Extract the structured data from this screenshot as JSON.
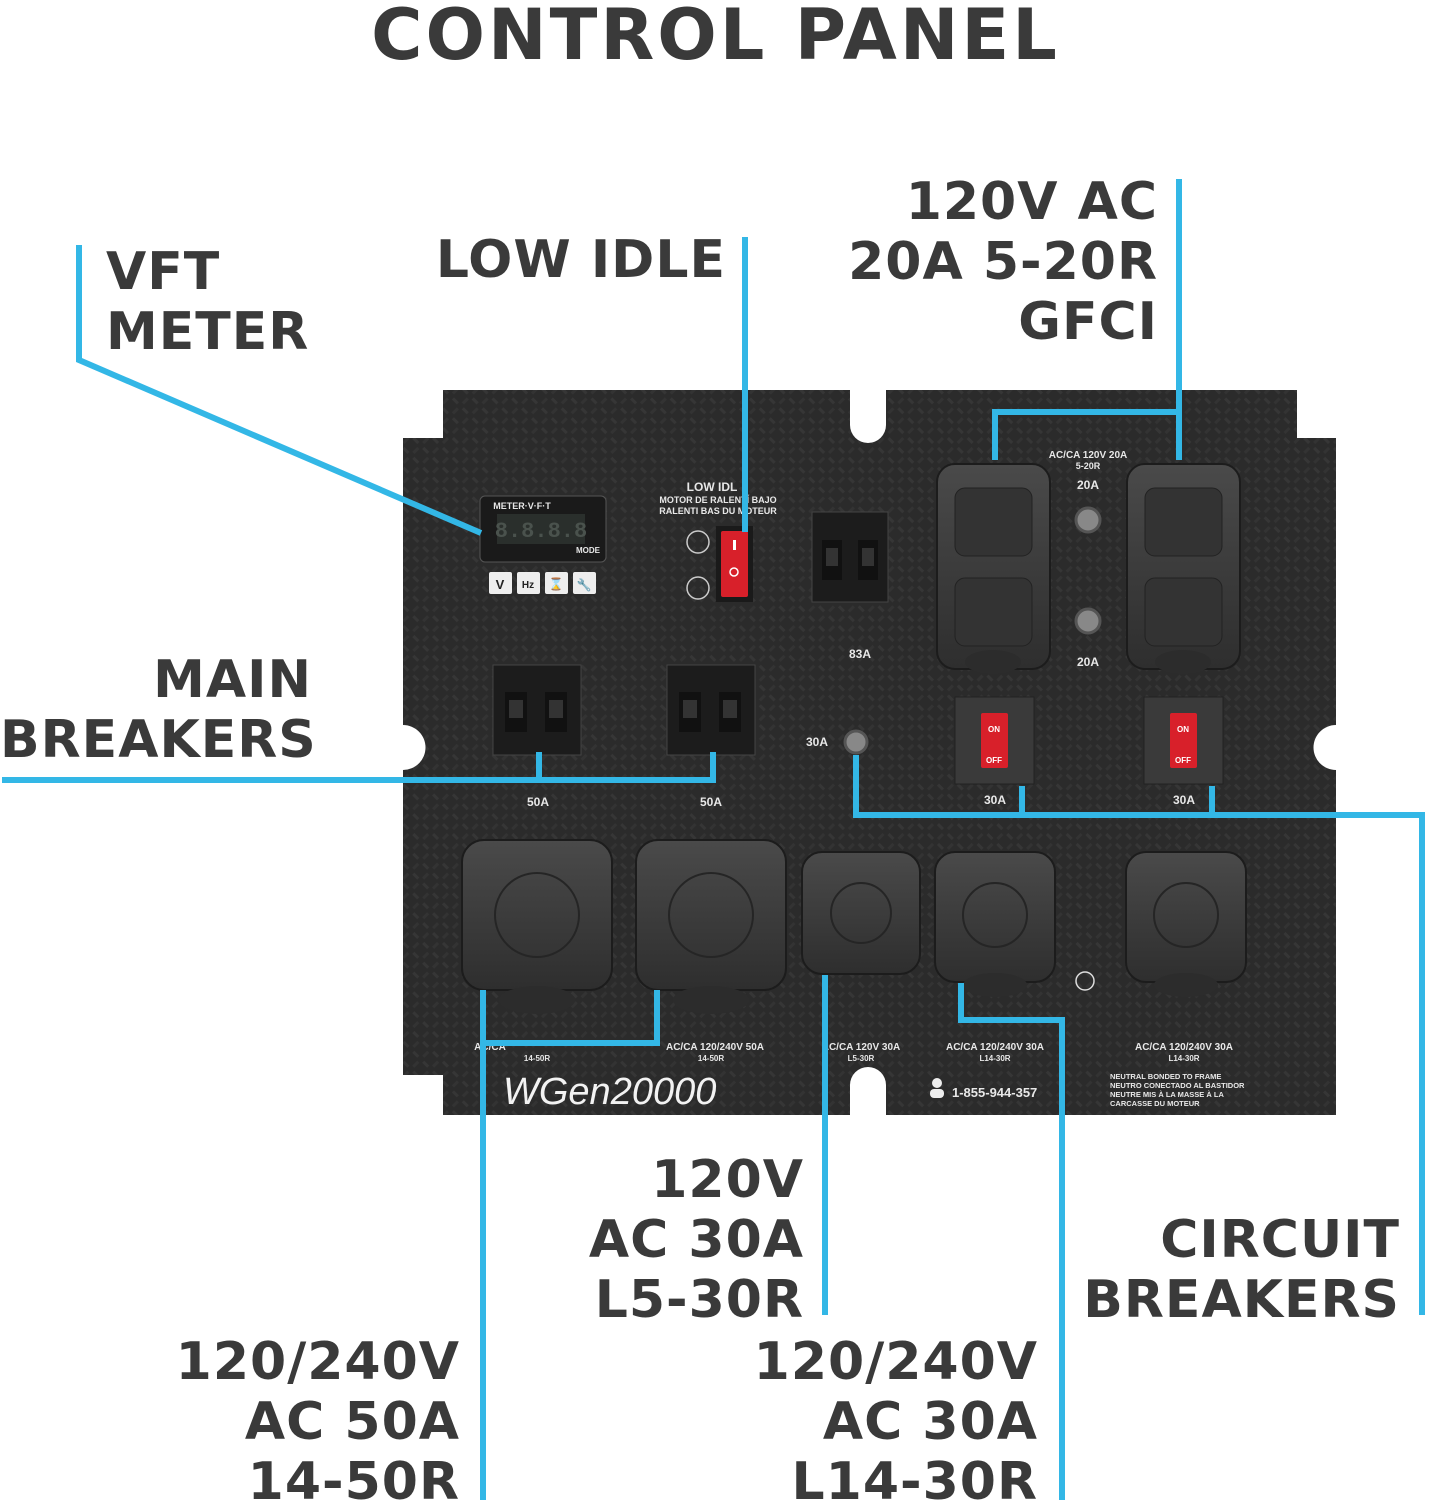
{
  "title": "CONTROL PANEL",
  "callouts": {
    "vft_meter": [
      "VFT",
      "METER"
    ],
    "low_idle": "LOW IDLE",
    "gfci": [
      "120V AC",
      "20A 5-20R",
      "GFCI"
    ],
    "main_breakers": [
      "MAIN",
      "BREAKERS"
    ],
    "l5_30r": [
      "120V",
      "AC 30A",
      "L5-30R"
    ],
    "circuit_breakers": [
      "CIRCUIT",
      "BREAKERS"
    ],
    "r14_50r": [
      "120/240V",
      "AC 50A",
      "14-50R"
    ],
    "l14_30r": [
      "120/240V",
      "AC 30A",
      "L14-30R"
    ]
  },
  "panel": {
    "meter_label": "METER·V·F·T",
    "meter_display": "8.8.8.8",
    "meter_mode": "MODE",
    "meter_buttons": [
      "V",
      "Hz",
      "⌛",
      "🔧"
    ],
    "low_idle_title": "LOW IDL",
    "low_idle_es": "MOTOR DE RALENTÍ BAJO",
    "low_idle_fr": "RALENTI BAS DU MOTEUR",
    "breaker_83a": "83A",
    "breaker_50a_1": "50A",
    "breaker_50a_2": "50A",
    "gfci_label": "AC/CA 120V 20A",
    "gfci_sub": "5-20R",
    "gfci_20a_top": "20A",
    "gfci_20a_bottom": "20A",
    "reset_30a": "30A",
    "cb_30a_1": "30A",
    "cb_30a_2": "30A",
    "switch_on": "ON",
    "switch_off": "OFF",
    "outlet1_label": "AC/CA",
    "outlet1_sub": "14-50R",
    "outlet2_label": "AC/CA 120/240V 50A",
    "outlet2_sub": "14-50R",
    "outlet3_label": "AC/CA 120V 30A",
    "outlet3_sub": "L5-30R",
    "outlet4_label": "AC/CA 120/240V 30A",
    "outlet4_sub": "L14-30R",
    "outlet5_label": "AC/CA 120/240V 30A",
    "outlet5_sub": "L14-30R",
    "brand": "WGen20000",
    "phone": "1-855-944-357",
    "neutral_note": [
      "NEUTRAL BONDED TO FRAME",
      "NEUTRO CONECTADO AL BASTIDOR",
      "NEUTRE MIS À LA MASSE À LA",
      "CARCASSE DU MOTEUR"
    ]
  },
  "colors": {
    "callout_line": "#33b7e6",
    "panel": "#2a2a2a",
    "text": "#3a3a3a",
    "switch_red": "#d8202a"
  }
}
